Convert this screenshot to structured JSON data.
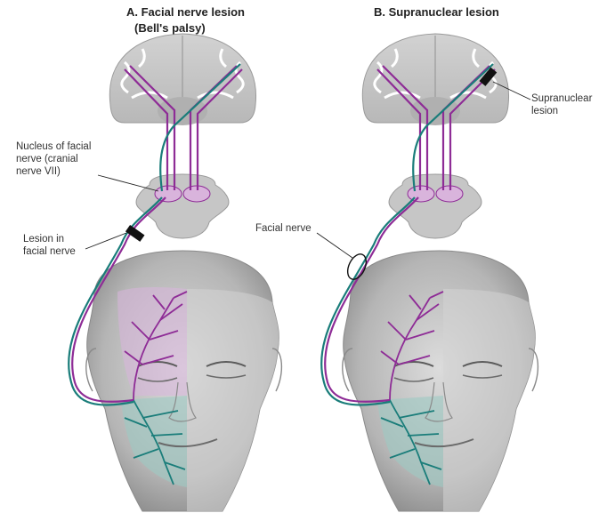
{
  "panel_a": {
    "title_line1": "A. Facial nerve lesion",
    "title_line2": "(Bell's palsy)",
    "label_nucleus_1": "Nucleus of facial",
    "label_nucleus_2": "nerve (cranial",
    "label_nucleus_3": "nerve VII)",
    "label_lesion_1": "Lesion in",
    "label_lesion_2": "facial nerve"
  },
  "panel_b": {
    "title": "B. Supranuclear lesion",
    "label_facial_nerve": "Facial nerve",
    "label_supranuclear_1": "Supranuclear",
    "label_supranuclear_2": "lesion"
  },
  "colors": {
    "purple_pathway": "#8e2c96",
    "teal_pathway": "#1a7d7a",
    "brain_gray": "#c9c9c9",
    "face_gray": "#a8a8a8",
    "face_light": "#d8d8d8",
    "purple_tint": "#d9b4dc",
    "teal_tint": "#9cc9c3",
    "lesion_black": "#111111"
  }
}
